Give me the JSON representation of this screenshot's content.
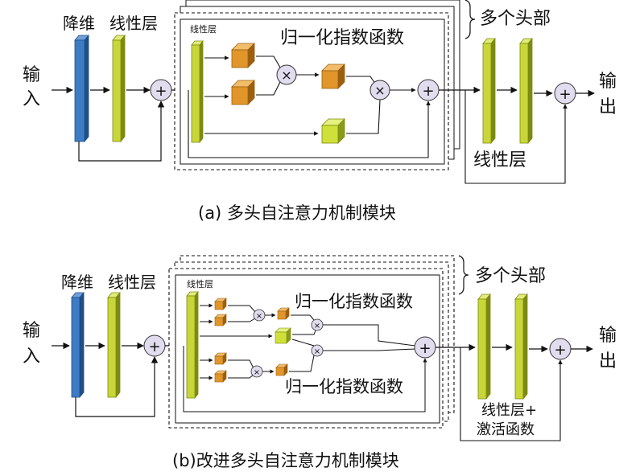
{
  "panel_a": {
    "input_label_1": "输",
    "input_label_2": "入",
    "output_label_1": "输",
    "output_label_2": "出",
    "reduce_label": "降维",
    "linear_label_top": "线性层",
    "linear_small": "线性层",
    "softmax_label": "归一化指数函数",
    "heads_label": "多个头部",
    "linear_label_bottom": "线性层",
    "caption": "(a) 多头自注意力机制模块"
  },
  "panel_b": {
    "input_label_1": "输",
    "input_label_2": "入",
    "output_label_1": "输",
    "output_label_2": "出",
    "reduce_label": "降维",
    "linear_label_top": "线性层",
    "linear_small": "线性层",
    "softmax_label_top": "归一化指数函数",
    "softmax_label_bottom": "归一化指数函数",
    "heads_label": "多个头部",
    "linear_act_label_1": "线性层+",
    "linear_act_label_2": "激活函数",
    "caption": "(b)改进多头自注意力机制模块"
  },
  "symbols": {
    "plus": "+",
    "times": "×"
  },
  "colors": {
    "blue_bar": "#3d7cc4",
    "blue_bar_side": "#1f4f86",
    "green_bar": "#c8d63a",
    "green_bar_side": "#7d8a12",
    "orange_cube": "#e0962a",
    "orange_cube_top": "#f2bd6a",
    "orange_cube_side": "#9c5f10",
    "green_cube": "#cfe03a",
    "circle_fill": "#e2dcef"
  }
}
